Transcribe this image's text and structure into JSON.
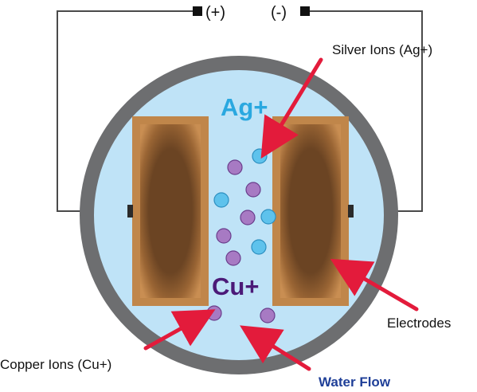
{
  "terminals": {
    "positive": "(+)",
    "negative": "(-)"
  },
  "labels": {
    "silver_ions": "Silver Ions (Ag+)",
    "electrodes": "Electrodes",
    "copper_ions": "Copper Ions (Cu+)",
    "water_flow": "Water Flow",
    "ag_symbol": "Ag+",
    "cu_symbol": "Cu+"
  },
  "colors": {
    "casing": "#6d6e70",
    "water": "#bfe3f7",
    "electrode_outer": "#c0864a",
    "electrode_inner": "#6b4423",
    "silver_ion": "#5ec2ec",
    "copper_ion": "#a77ac3",
    "ag_text": "#2aa8e0",
    "cu_text": "#4b1a78",
    "arrow": "#e31b3b",
    "water_flow_text": "#1f3f98"
  }
}
